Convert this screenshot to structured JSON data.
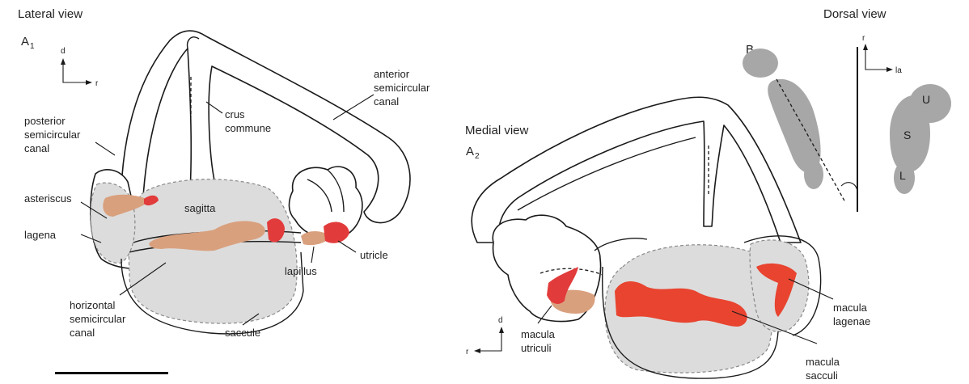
{
  "views": {
    "lateral_title": "Lateral view",
    "medial_title": "Medial view",
    "dorsal_title": "Dorsal view"
  },
  "panels": {
    "a1_main": "A",
    "a1_sub": "1",
    "a2_main": "A",
    "a2_sub": "2",
    "b": "B"
  },
  "axes": {
    "lateral": {
      "up": "d",
      "right": "r"
    },
    "medial": {
      "up": "d",
      "left": "r"
    },
    "dorsal": {
      "up": "r",
      "right": "la"
    }
  },
  "lateral_labels": {
    "anterior": [
      "anterior",
      "semicircular",
      "canal"
    ],
    "crus": [
      "crus",
      "commune"
    ],
    "posterior": [
      "posterior",
      "semicircular",
      "canal"
    ],
    "asteriscus": "asteriscus",
    "lagena": "lagena",
    "sagitta": "sagitta",
    "utricle": "utricle",
    "lapillus": "lapillus",
    "horizontal": [
      "horizontal",
      "semicircular",
      "canal"
    ],
    "saccule": "saccule"
  },
  "medial_labels": {
    "macula_utriculi": [
      "macula",
      "utriculi"
    ],
    "macula_sacculi": [
      "macula",
      "sacculi"
    ],
    "macula_lagenae": [
      "macula",
      "lagenae"
    ]
  },
  "dorsal_labels": {
    "U": "U",
    "S": "S",
    "L": "L"
  },
  "colors": {
    "otolith": "#d9a07e",
    "macula": "#e23b3b",
    "sac_fill": "#dcdcdc",
    "dorsal_gray": "#a7a7a7"
  }
}
